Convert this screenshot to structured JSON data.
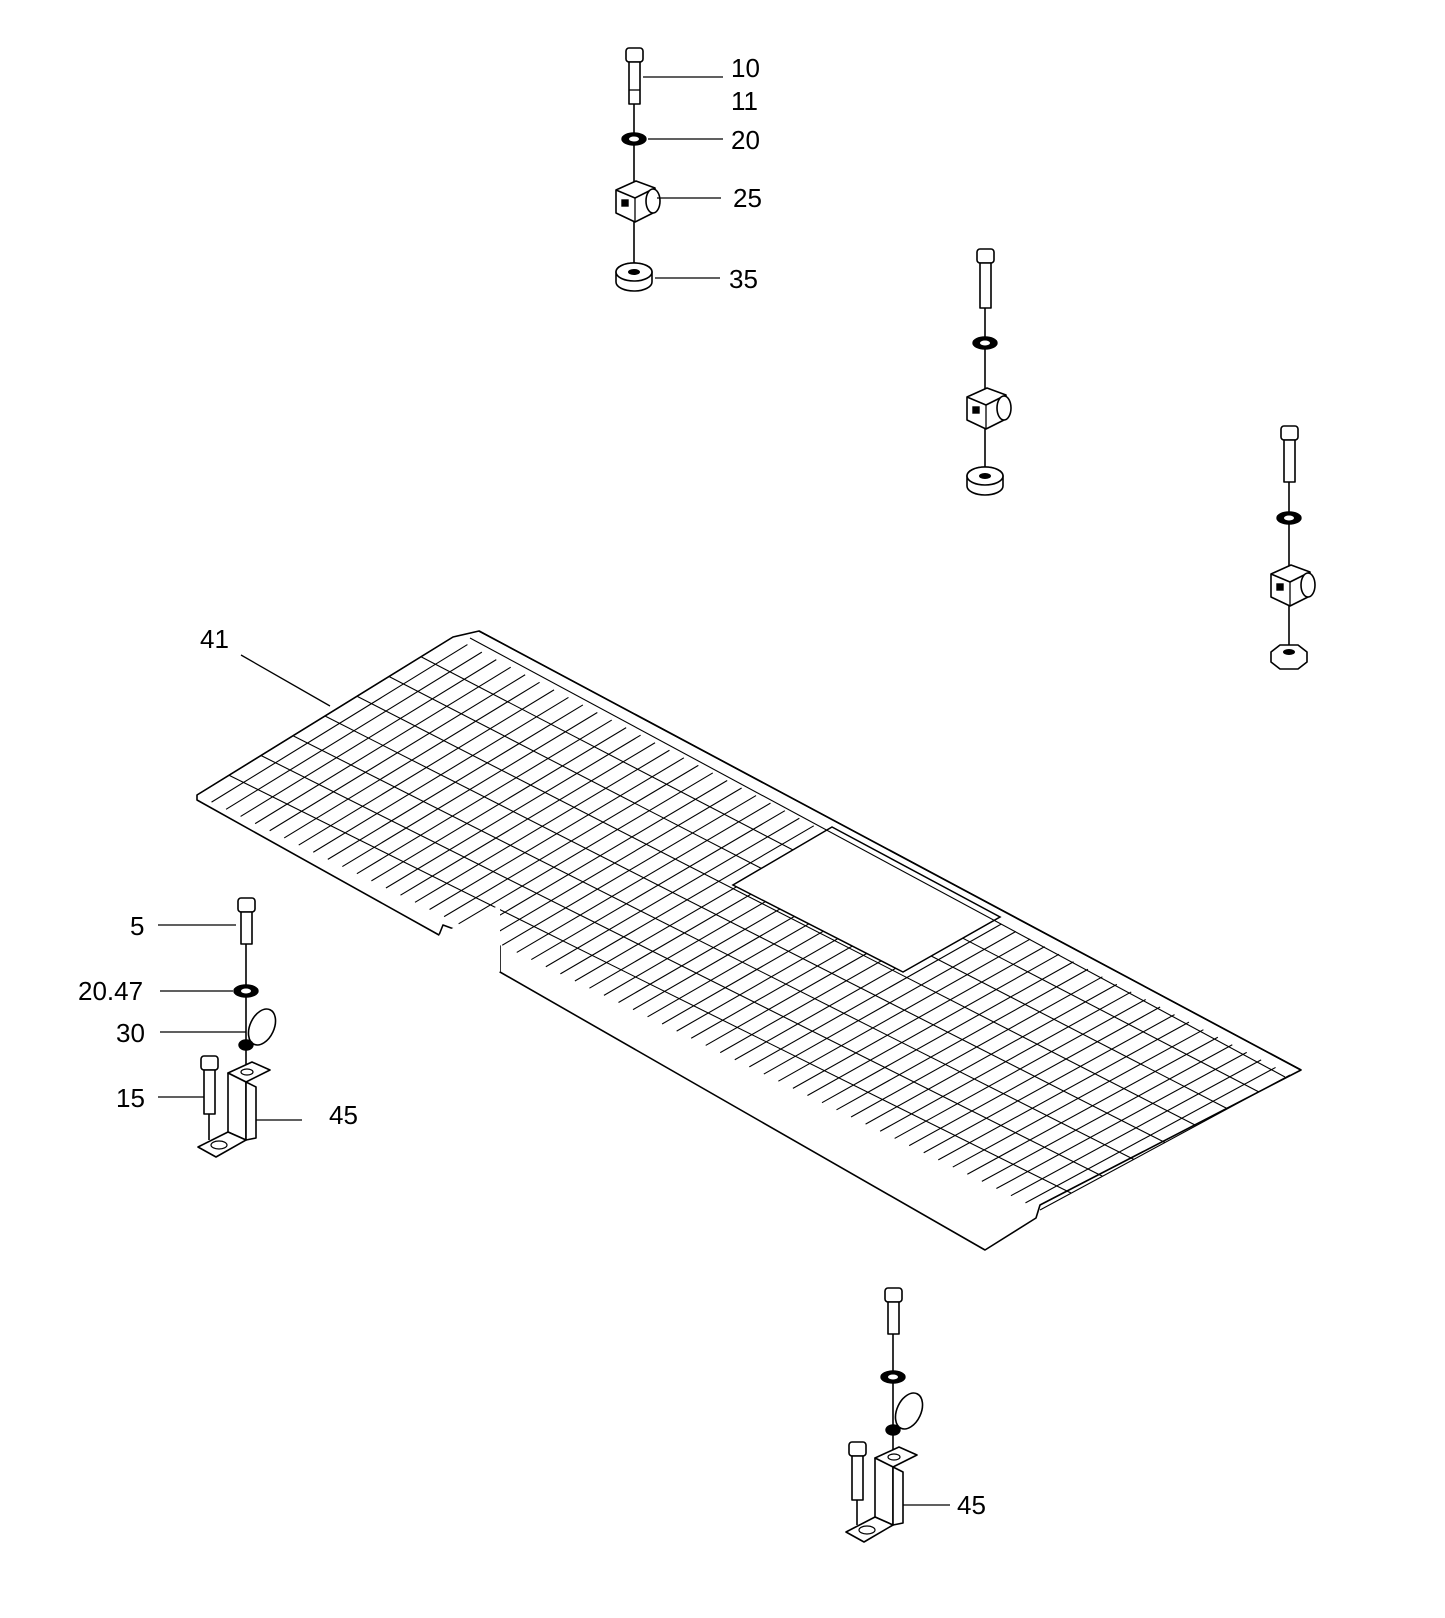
{
  "callouts": {
    "c10": "10",
    "c11": "11",
    "c20": "20",
    "c25": "25",
    "c35": "35",
    "c41": "41",
    "c5": "5",
    "c2047": "20.47",
    "c30": "30",
    "c15": "15",
    "c45a": "45",
    "c45b": "45"
  },
  "icons": {
    "bolt": "hex-bolt-icon",
    "washer": "washer-icon",
    "clamp": "clamp-block-icon",
    "nut": "nut-icon",
    "bracket": "mounting-bracket-icon",
    "grate": "wire-grate-panel-icon"
  },
  "colors": {
    "line": "#000000",
    "background": "#ffffff"
  }
}
